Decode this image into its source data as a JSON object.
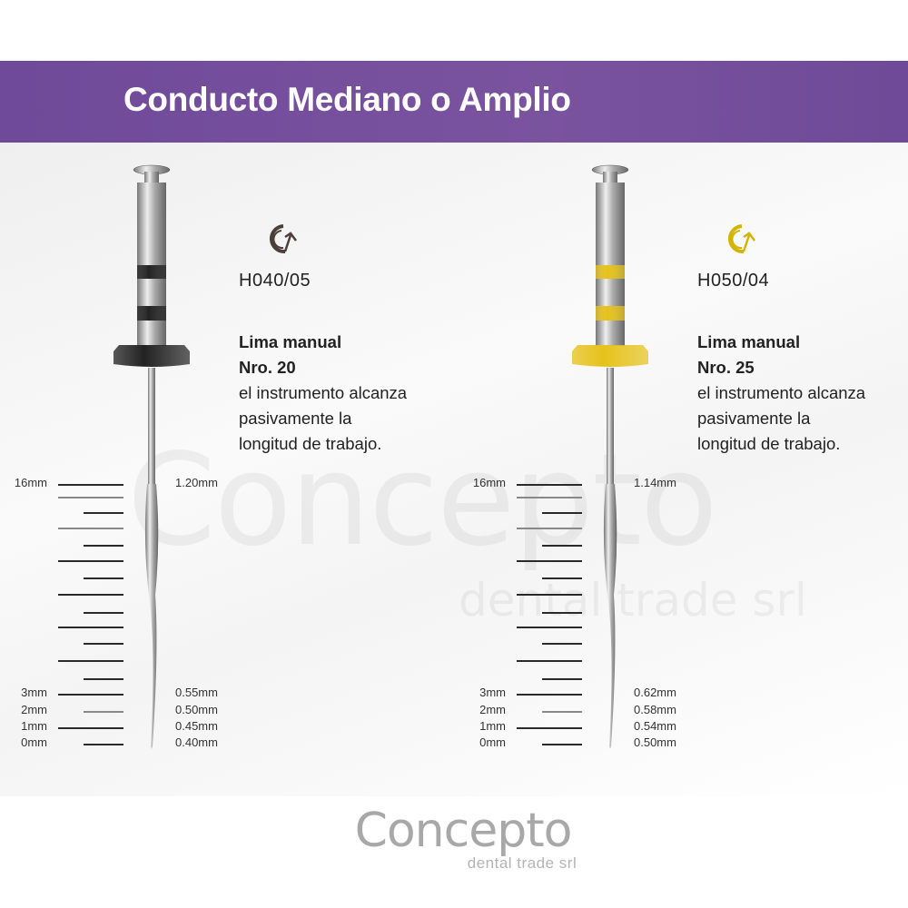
{
  "header": {
    "title": "Conducto Mediano o Amplio"
  },
  "watermark": {
    "brand": "Concepto",
    "sub": "dental trade srl"
  },
  "files": [
    {
      "code": "H040/05",
      "icon": "rotation-arrow-icon",
      "icon_color": "#4a3f3a",
      "band_color": "#222222",
      "desc_title": "Lima manual",
      "desc_number": "Nro. 20",
      "desc_lines": [
        "el instrumento alcanza",
        "pasivamente la",
        "longitud de trabajo."
      ],
      "left_labels": [
        "16mm",
        "3mm",
        "2mm",
        "1mm",
        "0mm"
      ],
      "right_labels": [
        "1.20mm",
        "0.55mm",
        "0.50mm",
        "0.45mm",
        "0.40mm"
      ]
    },
    {
      "code": "H050/04",
      "icon": "rotation-arrow-icon",
      "icon_color": "#d4b400",
      "band_color": "#e6c21a",
      "desc_title": "Lima manual",
      "desc_number": "Nro. 25",
      "desc_lines": [
        "el instrumento alcanza",
        "pasivamente la",
        "longitud de trabajo."
      ],
      "left_labels": [
        "16mm",
        "3mm",
        "2mm",
        "1mm",
        "0mm"
      ],
      "right_labels": [
        "1.14mm",
        "0.62mm",
        "0.58mm",
        "0.54mm",
        "0.50mm"
      ]
    }
  ],
  "footer_logo": {
    "brand": "Concepto",
    "sub": "dental trade srl"
  }
}
